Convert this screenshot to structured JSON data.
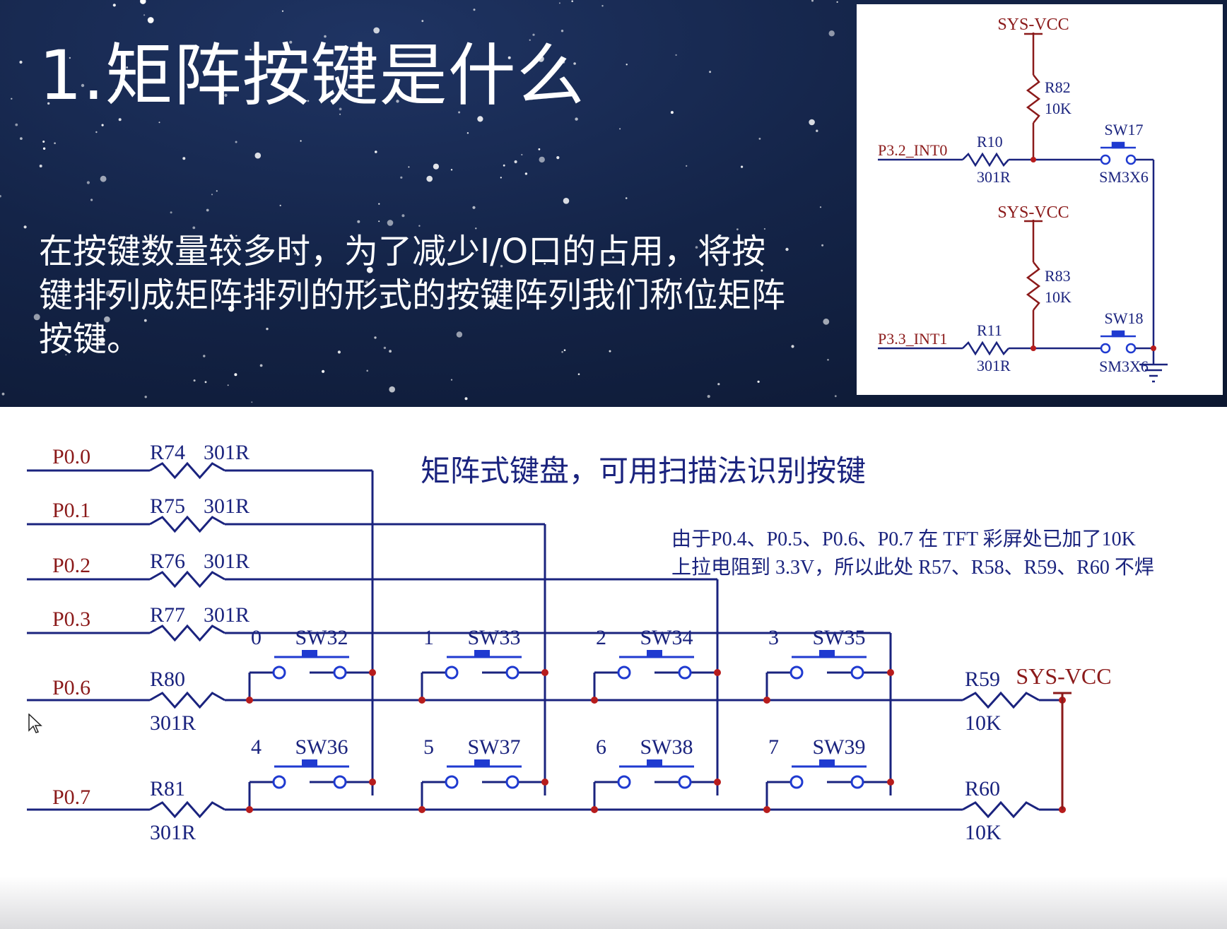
{
  "slide": {
    "title": "1.矩阵按键是什么",
    "description_lines": [
      "在按键数量较多时，为了减少I/O口的占用，将按",
      "键排列成矩阵排列的形式的按键阵列我们称位矩阵",
      "按键。"
    ]
  },
  "inset": {
    "vcc_top": "SYS-VCC",
    "r82": "R82",
    "r82_val": "10K",
    "sw17": "SW17",
    "sw17_type": "SM3X6",
    "p32": "P3.2_INT0",
    "r10": "R10",
    "r10_val": "301R",
    "vcc_mid": "SYS-VCC",
    "r83": "R83",
    "r83_val": "10K",
    "sw18": "SW18",
    "sw18_type": "SM3X6",
    "p33": "P3.3_INT1",
    "r11": "R11",
    "r11_val": "301R"
  },
  "matrix": {
    "heading": "矩阵式键盘，可用扫描法识别按键",
    "note_line1": "由于P0.4、P0.5、P0.6、P0.7 在 TFT 彩屏处已加了10K",
    "note_line2": "上拉电阻到 3.3V，所以此处 R57、R58、R59、R60 不焊",
    "vcc": "SYS-VCC",
    "columns": [
      {
        "port": "P0.0",
        "resistor": "R74",
        "value": "301R"
      },
      {
        "port": "P0.1",
        "resistor": "R75",
        "value": "301R"
      },
      {
        "port": "P0.2",
        "resistor": "R76",
        "value": "301R"
      },
      {
        "port": "P0.3",
        "resistor": "R77",
        "value": "301R"
      }
    ],
    "rows": [
      {
        "port": "P0.6",
        "resistor": "R80",
        "value": "301R",
        "pullup": "R59",
        "pullup_value": "10K"
      },
      {
        "port": "P0.7",
        "resistor": "R81",
        "value": "301R",
        "pullup": "R60",
        "pullup_value": "10K"
      }
    ],
    "keys": [
      {
        "index": "0",
        "name": "SW32"
      },
      {
        "index": "1",
        "name": "SW33"
      },
      {
        "index": "2",
        "name": "SW34"
      },
      {
        "index": "3",
        "name": "SW35"
      },
      {
        "index": "4",
        "name": "SW36"
      },
      {
        "index": "5",
        "name": "SW37"
      },
      {
        "index": "6",
        "name": "SW38"
      },
      {
        "index": "7",
        "name": "SW39"
      }
    ]
  },
  "colors": {
    "wire": "#1a237e",
    "junction": "#b71c1c",
    "port_label": "#8b1a1a",
    "switch": "#1f3ad0"
  }
}
